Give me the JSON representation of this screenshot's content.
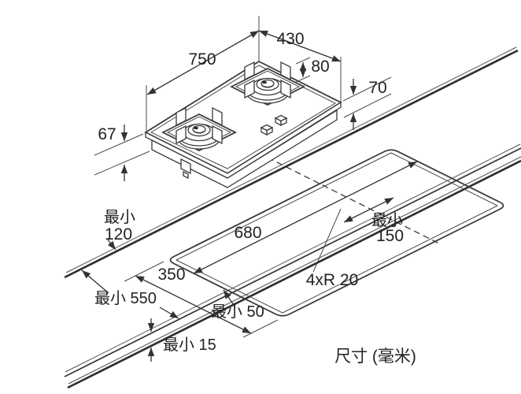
{
  "diagram": {
    "kind": "hob-installation-dimension-drawing",
    "labels": {
      "hob_width": "750",
      "hob_depth": "430",
      "burner_offset": "80",
      "hob_height_right": "70",
      "hob_height_left": "67",
      "cutout_length": "680",
      "cutout_width": "350",
      "min_clearance_left": {
        "l1": "最小",
        "l2": "120"
      },
      "min_clearance_right": {
        "l1": "最小",
        "l2": "150"
      },
      "min_worktop_depth": "最小 550",
      "min_side_gap": "最小 50",
      "min_front_gap": "最小 15",
      "corner_radius": "4xR 20",
      "units_note": "尺寸 (毫米)"
    },
    "colors": {
      "line": "#3a3a3a",
      "text": "#222222",
      "background": "#ffffff"
    }
  }
}
